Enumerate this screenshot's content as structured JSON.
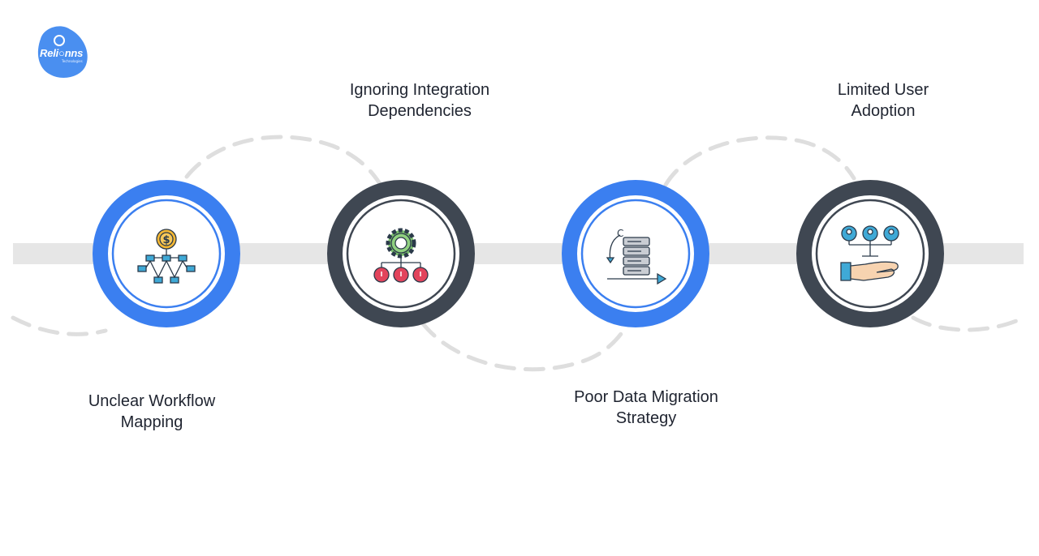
{
  "brand": {
    "logo_text": "Reli○nns",
    "logo_subtext": "Technologies",
    "color": "#4a8ff0"
  },
  "steps": [
    {
      "line1": "Unclear Workflow",
      "line2": "Mapping",
      "ring_color": "#3b7ff0",
      "icon": "workflow-network-icon"
    },
    {
      "line1": "Ignoring Integration",
      "line2": "Dependencies",
      "ring_color": "#3f4752",
      "icon": "gear-hierarchy-icon"
    },
    {
      "line1": "Poor Data Migration",
      "line2": "Strategy",
      "ring_color": "#3b7ff0",
      "icon": "database-migration-icon"
    },
    {
      "line1": "Limited User",
      "line2": "Adoption",
      "ring_color": "#3f4752",
      "icon": "hand-users-icon"
    }
  ],
  "colors": {
    "track": "#e6e6e6",
    "dash": "#dedede",
    "text": "#1f2430"
  }
}
